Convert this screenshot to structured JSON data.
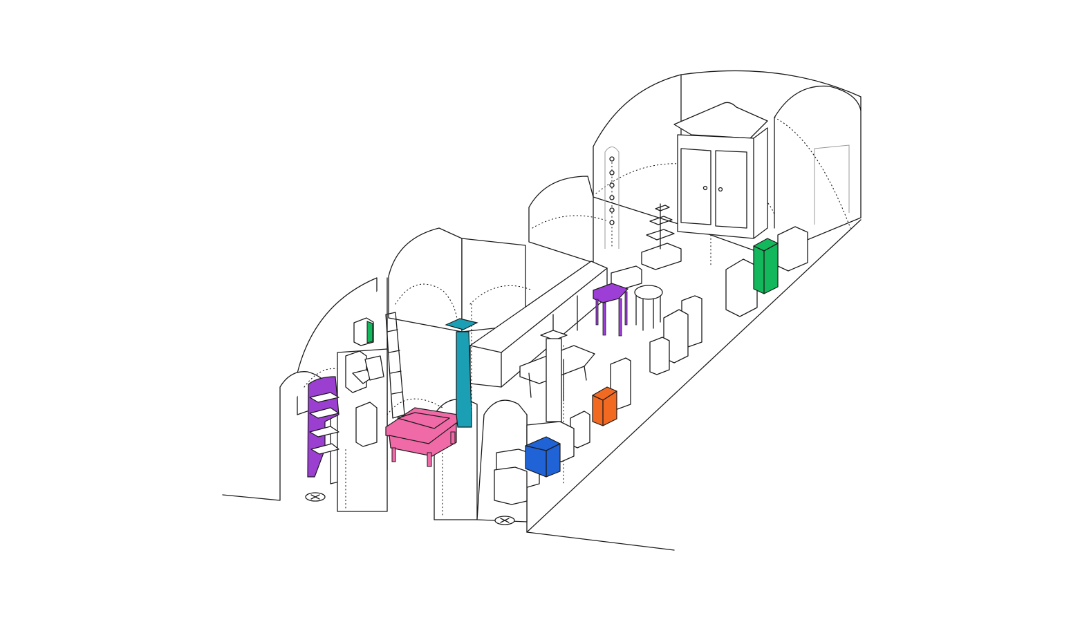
{
  "diagram": {
    "kind": "isometric-exhibition-floor-plan",
    "background": "#ffffff",
    "line_color": "#1a1a1a",
    "palette": {
      "purple": "#9b3fd1",
      "pink": "#f06aa8",
      "teal": "#1a9fb4",
      "blue": "#1f63d6",
      "orange": "#f26a22",
      "green": "#14b85c",
      "violet": "#9d3ed6"
    },
    "objects": [
      {
        "name": "shelving-unit",
        "color": "purple"
      },
      {
        "name": "display-table",
        "color": "pink"
      },
      {
        "name": "column",
        "color": "teal"
      },
      {
        "name": "cabinet",
        "color": "blue"
      },
      {
        "name": "pedestal",
        "color": "orange"
      },
      {
        "name": "side-table",
        "color": "violet"
      },
      {
        "name": "wall-box",
        "color": "green"
      },
      {
        "name": "cabinet",
        "color": "green"
      },
      {
        "name": "wardrobe",
        "color": "none"
      }
    ],
    "markers": [
      {
        "name": "floor-marker",
        "icon": "crossed-circle-icon"
      },
      {
        "name": "floor-marker",
        "icon": "crossed-circle-icon"
      }
    ]
  }
}
